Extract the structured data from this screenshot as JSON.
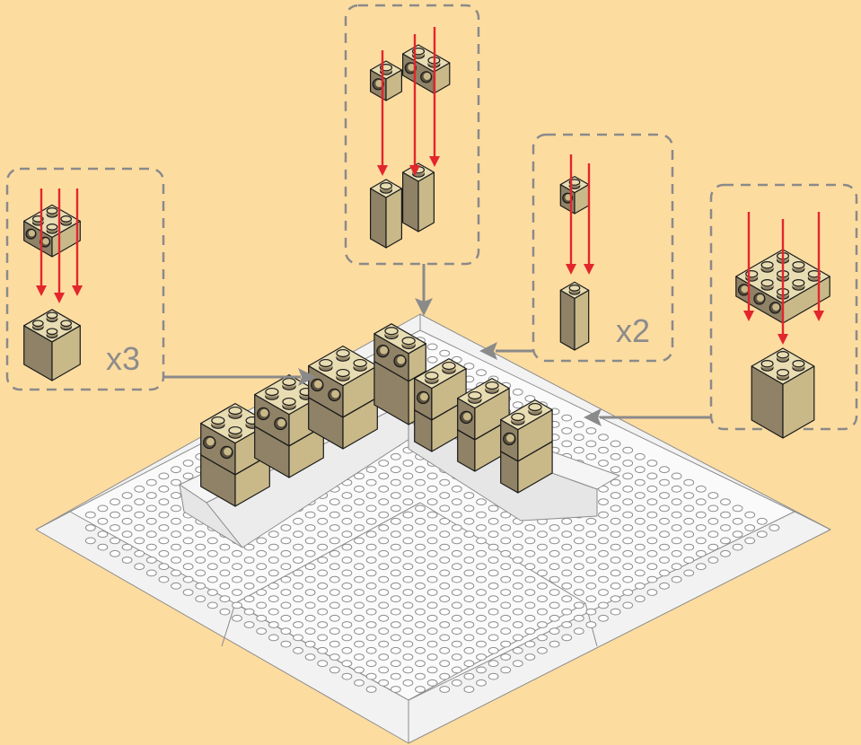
{
  "colors": {
    "background": "#fddca0",
    "tan_top": "#e8dcb2",
    "tan_left": "#8f8266",
    "tan_right": "#c9b989",
    "plate_top": "#fafafa",
    "plate_side": "#ececec",
    "arrow_red": "#e3262c",
    "callout_gray": "#8a8a8a"
  },
  "callouts": [
    {
      "id": "left",
      "quantity": "x3",
      "icon": "tan-2x2-brick-with-side-studs"
    },
    {
      "id": "top",
      "quantity": "",
      "icon": "tan-l-shaped-brick-assembly"
    },
    {
      "id": "middle-right",
      "quantity": "x2",
      "icon": "tan-1x2-brick-with-side-studs"
    },
    {
      "id": "far-right",
      "quantity": "",
      "icon": "tan-2x2-corner-brick-assembly"
    }
  ],
  "main_model": {
    "icon": "white-baseplate-with-tan-wall"
  }
}
